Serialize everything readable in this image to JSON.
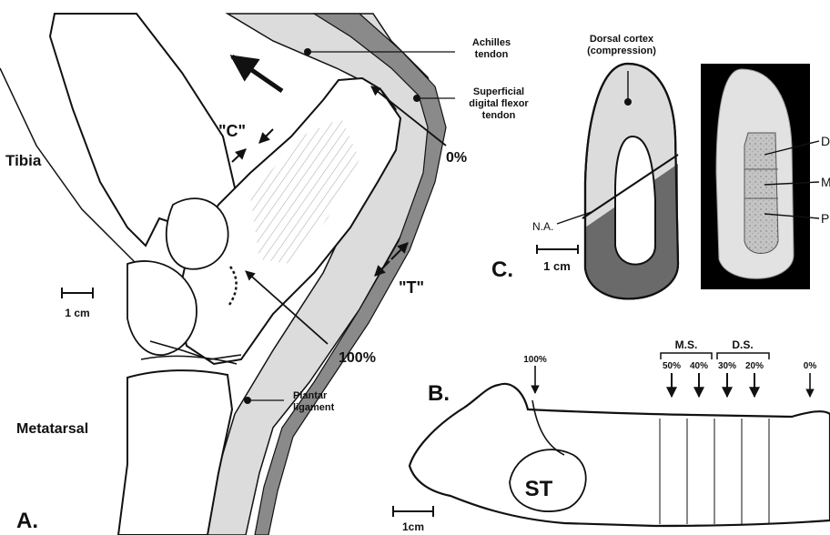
{
  "panel_a": {
    "panel_label": "A.",
    "tibia": "Tibia",
    "metatarsal": "Metatarsal",
    "achilles_line1": "Achilles",
    "achilles_line2": "tendon",
    "sdf_line1": "Superficial",
    "sdf_line2": "digital flexor",
    "sdf_line3": "tendon",
    "plantar_line1": "Plantar",
    "plantar_line2": "ligament",
    "compression": "\"C\"",
    "tension": "\"T\"",
    "pct_zero": "0%",
    "pct_hundred": "100%",
    "scale": "1 cm"
  },
  "panel_b": {
    "panel_label": "B.",
    "st": "ST",
    "ms": "M.S.",
    "ds": "D.S.",
    "pct_100": "100%",
    "pct_50": "50%",
    "pct_40": "40%",
    "pct_30": "30%",
    "pct_20": "20%",
    "pct_0": "0%",
    "scale": "1cm"
  },
  "panel_c": {
    "panel_label": "C.",
    "dorsal_line1": "Dorsal cortex",
    "dorsal_line2": "(compression)",
    "na": "N.A.",
    "scale": "1 cm",
    "region_d": "D",
    "region_m": "M",
    "region_p": "P"
  },
  "colors": {
    "achilles_fill": "#dcdcdc",
    "sdf_fill": "#8a8a8a",
    "tension_fill": "#6a6a6a",
    "ct_background": "#000000",
    "ct_bone": "#e2e2e2",
    "ct_marrow": "#bdbdbd"
  }
}
